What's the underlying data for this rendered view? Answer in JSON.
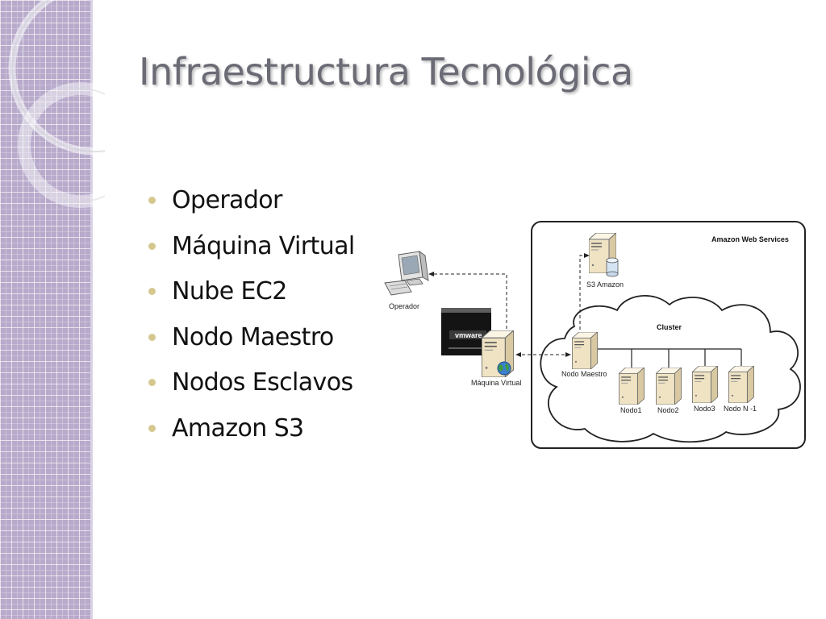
{
  "slide": {
    "title": "Infraestructura Tecnológica",
    "bullets": [
      "Operador",
      "Máquina Virtual",
      "Nube EC2",
      "Nodo Maestro",
      "Nodos Esclavos",
      "Amazon S3"
    ]
  },
  "diagram": {
    "aws_label": "Amazon Web Services",
    "s3_label": "S3 Amazon",
    "cluster_label": "Cluster",
    "operator_label": "Operador",
    "vm_label": "Máquina Virtual",
    "vmware_logo": "vmware",
    "master_label": "Nodo Maestro",
    "nodes": [
      "Nodo1",
      "Nodo2",
      "Nodo3",
      "Nodo N -1"
    ]
  },
  "colors": {
    "title": "#6b6b76",
    "bullet_dot": "#d4c88f",
    "side_panel": "#b7aacb",
    "server_body": "#efe3c4"
  },
  "icons": [
    "computer-icon",
    "server-icon",
    "database-icon",
    "globe-icon",
    "vmware-logo"
  ]
}
